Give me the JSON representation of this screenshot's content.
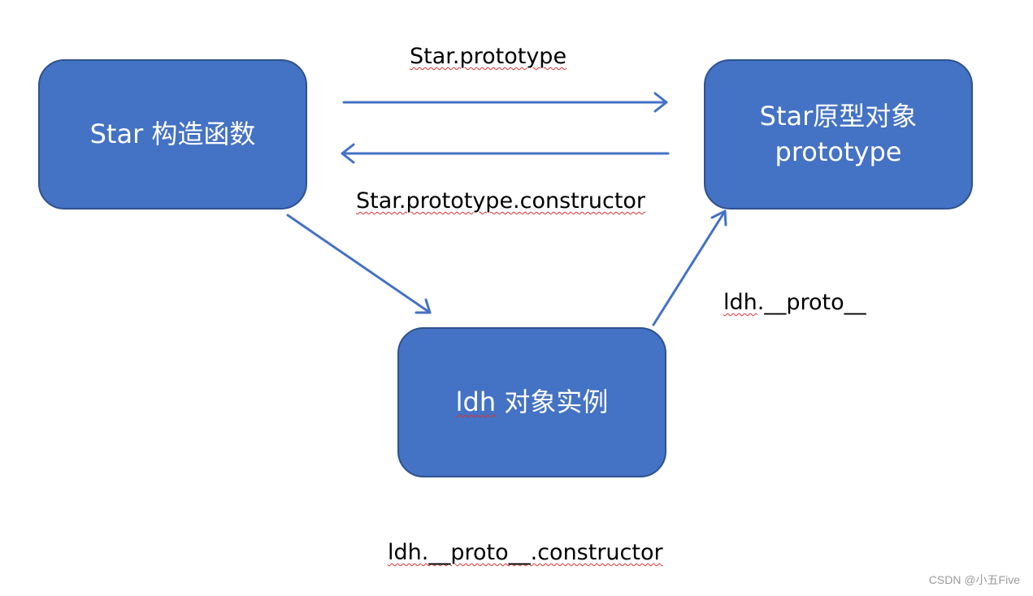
{
  "nodes": {
    "constructor": {
      "line1": "Star 构造函数"
    },
    "prototype": {
      "line1": "Star原型对象",
      "line2": "prototype"
    },
    "instance": {
      "prefix": "ldh",
      "rest": " 对象实例"
    }
  },
  "labels": {
    "star_prototype": "Star.prototype",
    "star_prototype_constructor": "Star.prototype.constructor",
    "ldh_proto": {
      "a": "ldh",
      "b": ".__proto__"
    },
    "ldh_proto_constructor": {
      "a": "ldh",
      "b": ".__proto__.constructor"
    }
  },
  "watermark": "CSDN @小五Five",
  "colors": {
    "node_fill": "#4472c4",
    "node_border": "#2f528f",
    "arrow": "#4472c4",
    "spellcheck_underline": "#e03030"
  }
}
